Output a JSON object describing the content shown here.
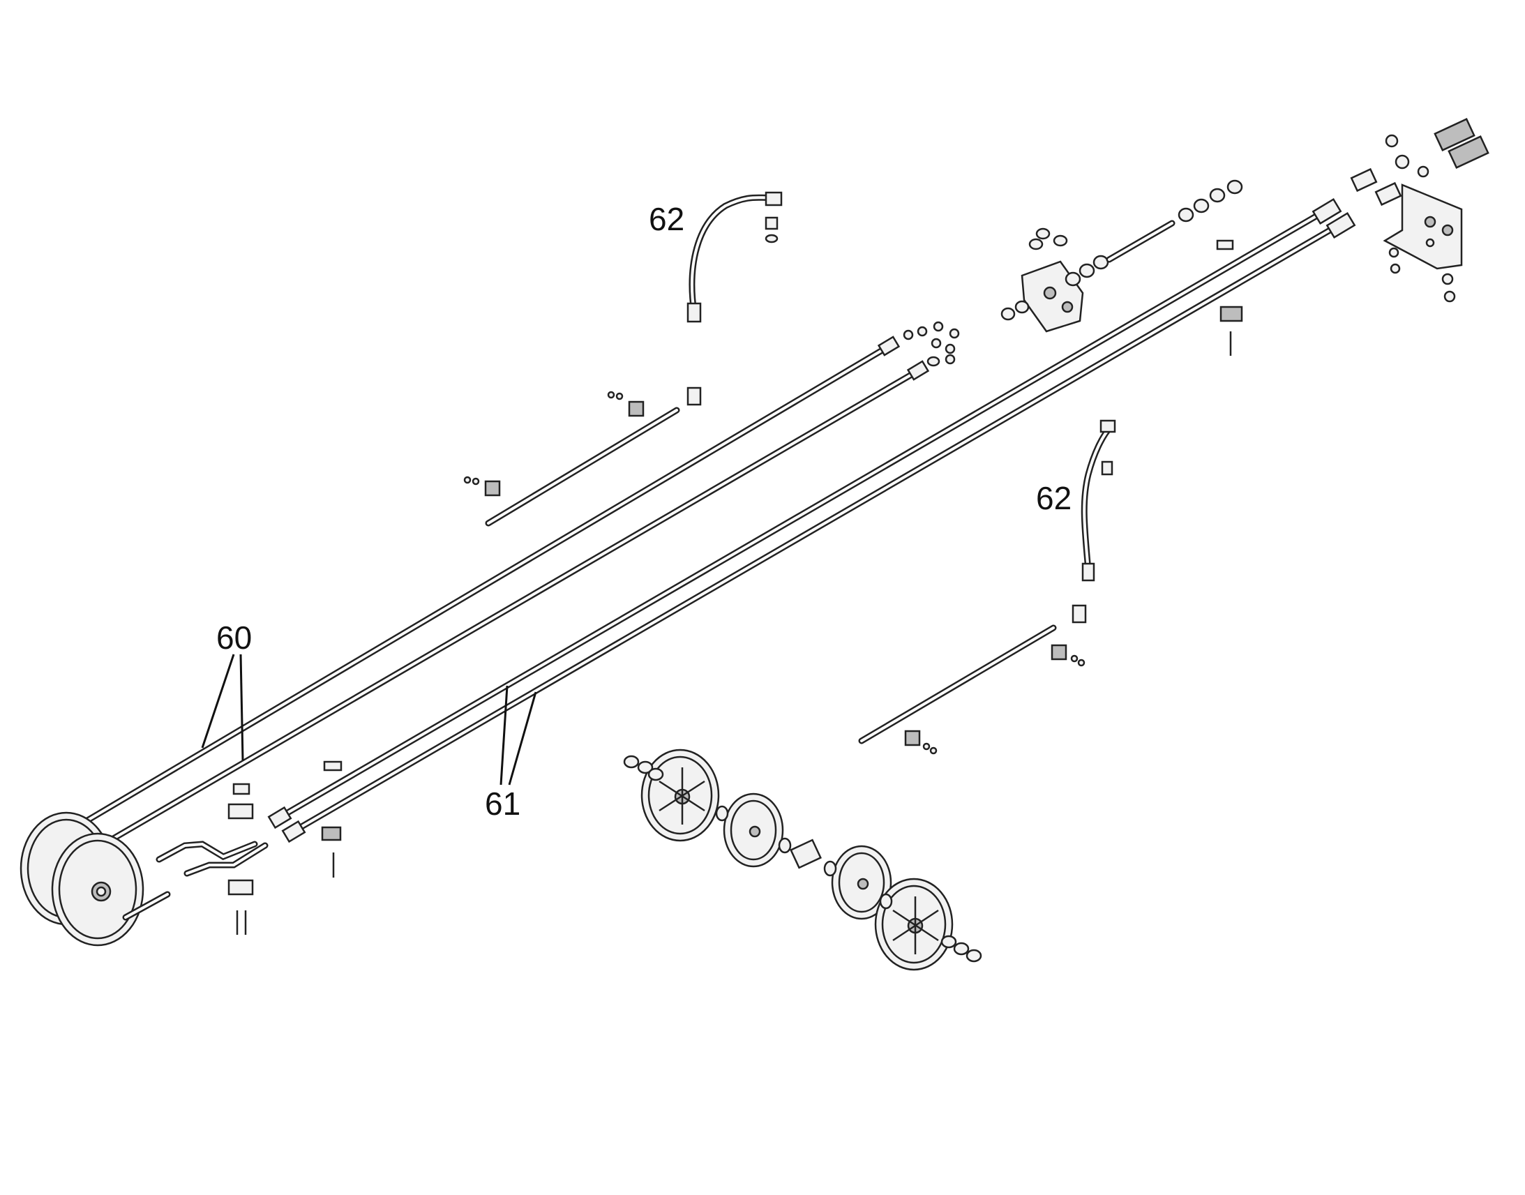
{
  "callouts": {
    "a": "62",
    "b": "62",
    "c": "60",
    "d": "61"
  }
}
